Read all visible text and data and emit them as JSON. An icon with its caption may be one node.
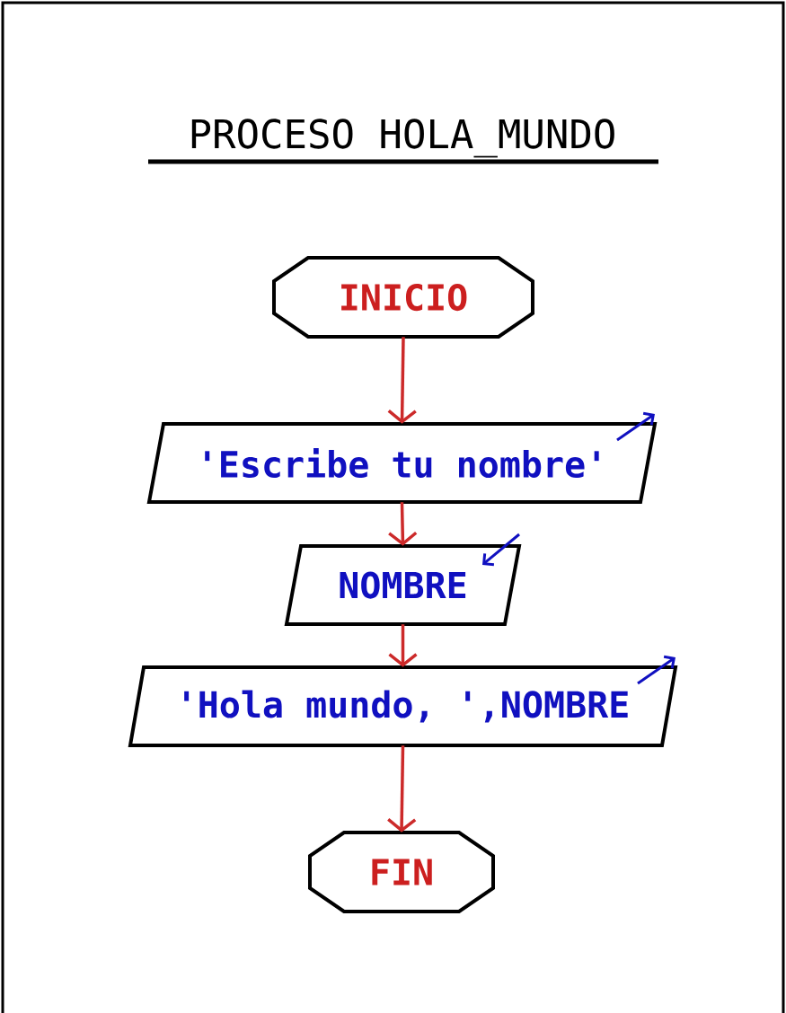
{
  "diagram": {
    "title": "PROCESO HOLA_MUNDO",
    "nodes": [
      {
        "text": [
          "INICIO"
        ]
      },
      {
        "text": [
          "'Escribe tu nombre'"
        ]
      },
      {
        "text": [
          "NOMBRE"
        ]
      },
      {
        "text": [
          "'Hola mundo, ',NOMBRE"
        ]
      },
      {
        "text": [
          "FIN"
        ]
      }
    ],
    "edges": [
      {
        "from": 0,
        "to": 1,
        "arrow": "to"
      },
      {
        "from": 1,
        "to": 2,
        "arrow": "to"
      },
      {
        "from": 2,
        "to": 3,
        "arrow": "to"
      },
      {
        "from": 3,
        "to": 4,
        "arrow": "to"
      }
    ]
  }
}
